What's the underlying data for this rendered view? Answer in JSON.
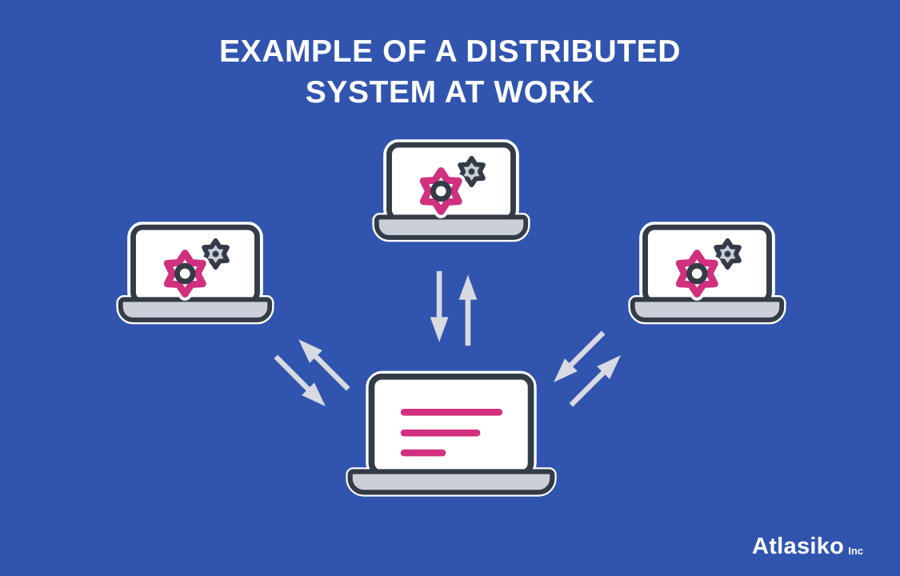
{
  "title": {
    "line1": "EXAMPLE OF A DISTRIBUTED",
    "line2": "SYSTEM AT WORK"
  },
  "brand": {
    "name": "Atlasiko",
    "suffix": "Inc"
  },
  "colors": {
    "background": "#3155AE",
    "outline_dark": "#333B47",
    "laptop_base": "#CBD0D8",
    "gear_gray": "#C8CED8",
    "accent_pink": "#D1307F",
    "arrow": "#D7DAE0",
    "white": "#FFFFFF"
  },
  "diagram": {
    "nodes": [
      {
        "id": "client-top",
        "icon": "laptop-gears-icon"
      },
      {
        "id": "client-left",
        "icon": "laptop-gears-icon"
      },
      {
        "id": "client-right",
        "icon": "laptop-gears-icon"
      },
      {
        "id": "server-center",
        "icon": "laptop-document-icon"
      }
    ],
    "connections": [
      {
        "from": "client-top",
        "to": "server-center",
        "bidirectional": true
      },
      {
        "from": "client-left",
        "to": "server-center",
        "bidirectional": true
      },
      {
        "from": "client-right",
        "to": "server-center",
        "bidirectional": true
      }
    ]
  }
}
